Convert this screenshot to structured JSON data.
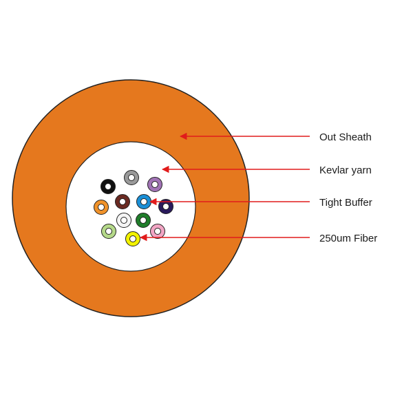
{
  "colors": {
    "sheath": "#e5781e",
    "outline": "#222222",
    "kevlar_fill": "#ffffff",
    "pointer": "#e11b1b"
  },
  "fibers": [
    {
      "color": "#111111"
    },
    {
      "color": "#9a9a9a"
    },
    {
      "color": "#a173b5"
    },
    {
      "color": "#f0922a"
    },
    {
      "color": "#6a2a22"
    },
    {
      "color": "#1a8fd6"
    },
    {
      "color": "#2a1a5c"
    },
    {
      "color": "#f4f4f4"
    },
    {
      "color": "#1f7d2a"
    },
    {
      "color": "#b5d98a"
    },
    {
      "color": "#f2f200"
    },
    {
      "color": "#f2a5c4"
    }
  ],
  "labels": [
    {
      "id": "out-sheath",
      "text": "Out Sheath"
    },
    {
      "id": "kevlar-yarn",
      "text": "Kevlar  yarn"
    },
    {
      "id": "tight-buffer",
      "text": "Tight Buffer"
    },
    {
      "id": "fiber-250um",
      "text": "250um  Fiber"
    }
  ]
}
